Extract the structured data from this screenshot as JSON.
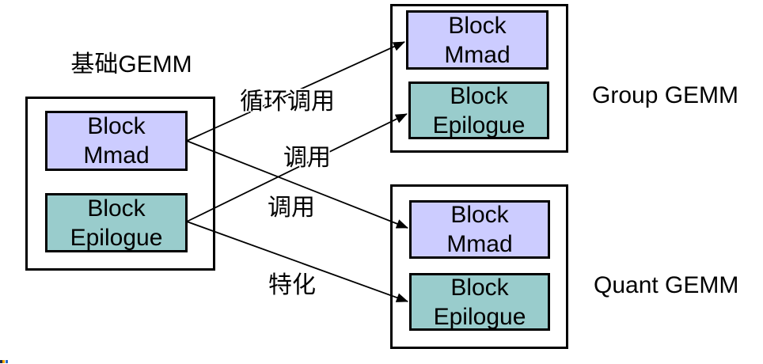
{
  "colors": {
    "mmad_fill": "#ccccff",
    "epilogue_fill": "#99cccc",
    "box_border": "#000000",
    "arrow": "#000000",
    "background": "#ffffff"
  },
  "groups": [
    {
      "title": "基础GEMM",
      "blocks": [
        {
          "line1": "Block",
          "line2": "Mmad"
        },
        {
          "line1": "Block",
          "line2": "Epilogue"
        }
      ]
    },
    {
      "title": "Group GEMM",
      "blocks": [
        {
          "line1": "Block",
          "line2": "Mmad"
        },
        {
          "line1": "Block",
          "line2": "Epilogue"
        }
      ]
    },
    {
      "title": "Quant GEMM",
      "blocks": [
        {
          "line1": "Block",
          "line2": "Mmad"
        },
        {
          "line1": "Block",
          "line2": "Epilogue"
        }
      ]
    }
  ],
  "edges": [
    {
      "label": "循环调用",
      "from": "基础GEMM Block Mmad",
      "to": "Group GEMM Block Mmad"
    },
    {
      "label": "调用",
      "from": "基础GEMM Block Epilogue",
      "to": "Group GEMM Block Epilogue"
    },
    {
      "label": "调用",
      "from": "基础GEMM Block Mmad",
      "to": "Quant GEMM Block Mmad"
    },
    {
      "label": "特化",
      "from": "基础GEMM Block Epilogue",
      "to": "Quant GEMM Block Epilogue"
    }
  ],
  "corner_artifact": {
    "colors": [
      "#1b2a4a",
      "#f0a500",
      "#2b6cc4"
    ]
  }
}
